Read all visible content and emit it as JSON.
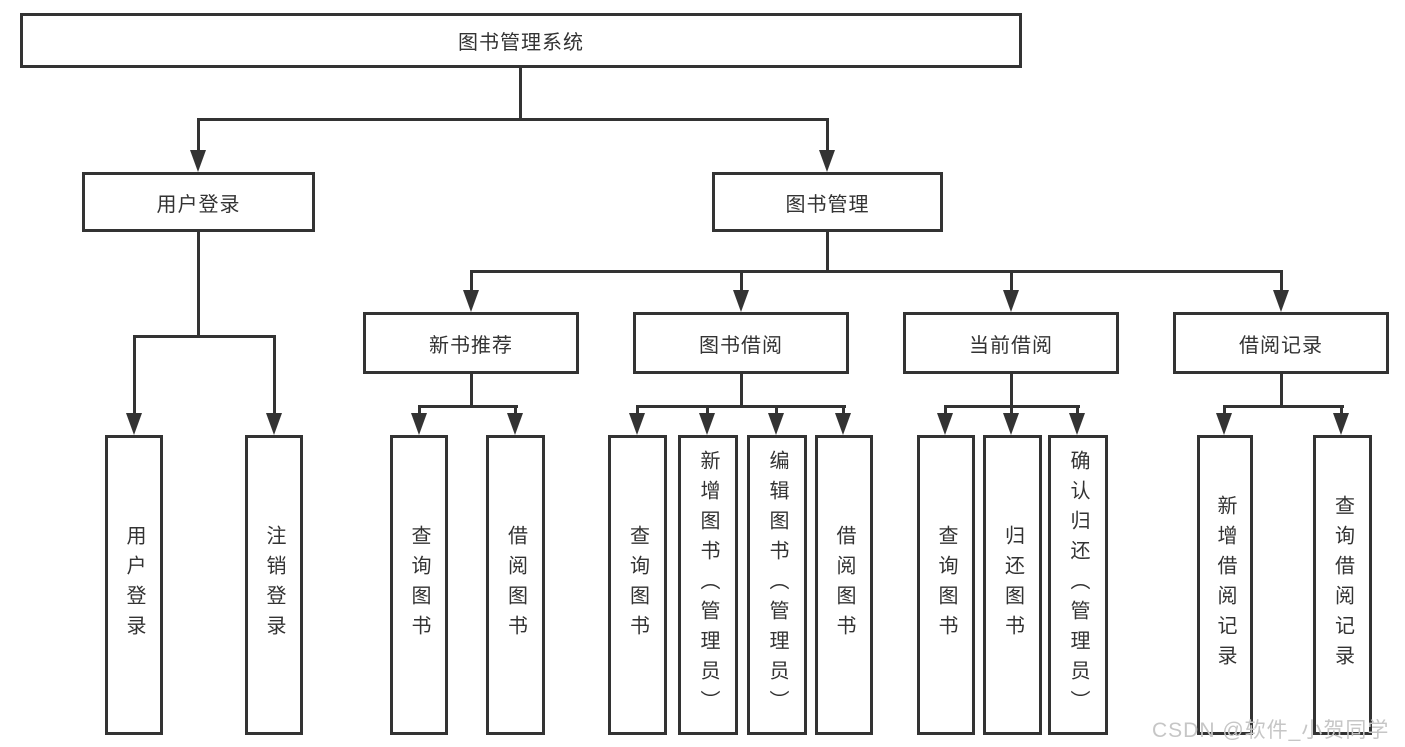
{
  "diagram": {
    "root": {
      "label": "图书管理系统"
    },
    "level1": [
      {
        "label": "用户登录"
      },
      {
        "label": "图书管理"
      }
    ],
    "level2": [
      {
        "label": "新书推荐"
      },
      {
        "label": "图书借阅"
      },
      {
        "label": "当前借阅"
      },
      {
        "label": "借阅记录"
      }
    ],
    "leaves": {
      "user_login": [
        "用户登录",
        "注销登录"
      ],
      "new_books": [
        "查询图书",
        "借阅图书"
      ],
      "book_borrow": [
        "查询图书",
        "新增图书（管理员）",
        "编辑图书（管理员）",
        "借阅图书"
      ],
      "current_borrow": [
        "查询图书",
        "归还图书",
        "确认归还（管理员）"
      ],
      "borrow_records": [
        "新增借阅记录",
        "查询借阅记录"
      ]
    }
  },
  "watermark": {
    "text": "CSDN @软件_小贺同学"
  },
  "colors": {
    "line": "#333333",
    "text": "#333333",
    "watermark": "#c6c6c6",
    "background": "#ffffff"
  }
}
